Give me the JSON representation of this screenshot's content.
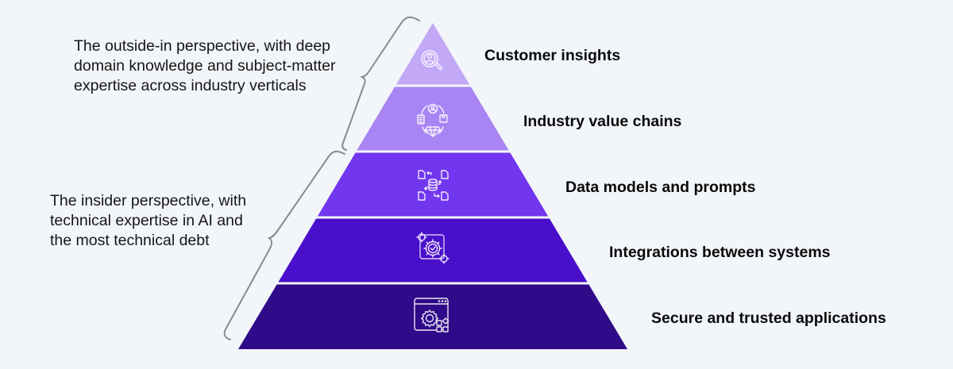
{
  "diagram": {
    "title": "",
    "layers": [
      {
        "label": "Customer insights",
        "icon": "customer-search-icon",
        "color": "#c2a8f6"
      },
      {
        "label": "Industry value chains",
        "icon": "value-chain-icon",
        "color": "#a984f3"
      },
      {
        "label": "Data models and prompts",
        "icon": "data-flow-icon",
        "color": "#7136ee"
      },
      {
        "label": "Integrations between systems",
        "icon": "gear-check-icon",
        "color": "#4a0fcb"
      },
      {
        "label": "Secure and trusted applications",
        "icon": "app-settings-icon",
        "color": "#2f0a89"
      }
    ],
    "brackets": [
      {
        "text": "The outside-in perspective, with deep domain knowledge and subject-matter expertise across industry verticals",
        "lines": [
          "The outside-in perspective, with deep",
          "domain knowledge and subject-matter",
          "expertise across industry verticals"
        ],
        "covers": "top two layers"
      },
      {
        "text": "The insider perspective, with technical expertise in AI and the most technical debt",
        "lines": [
          "The insider perspective, with",
          "technical expertise in AI and",
          "the most technical debt"
        ],
        "covers": "bottom three layers"
      }
    ]
  }
}
